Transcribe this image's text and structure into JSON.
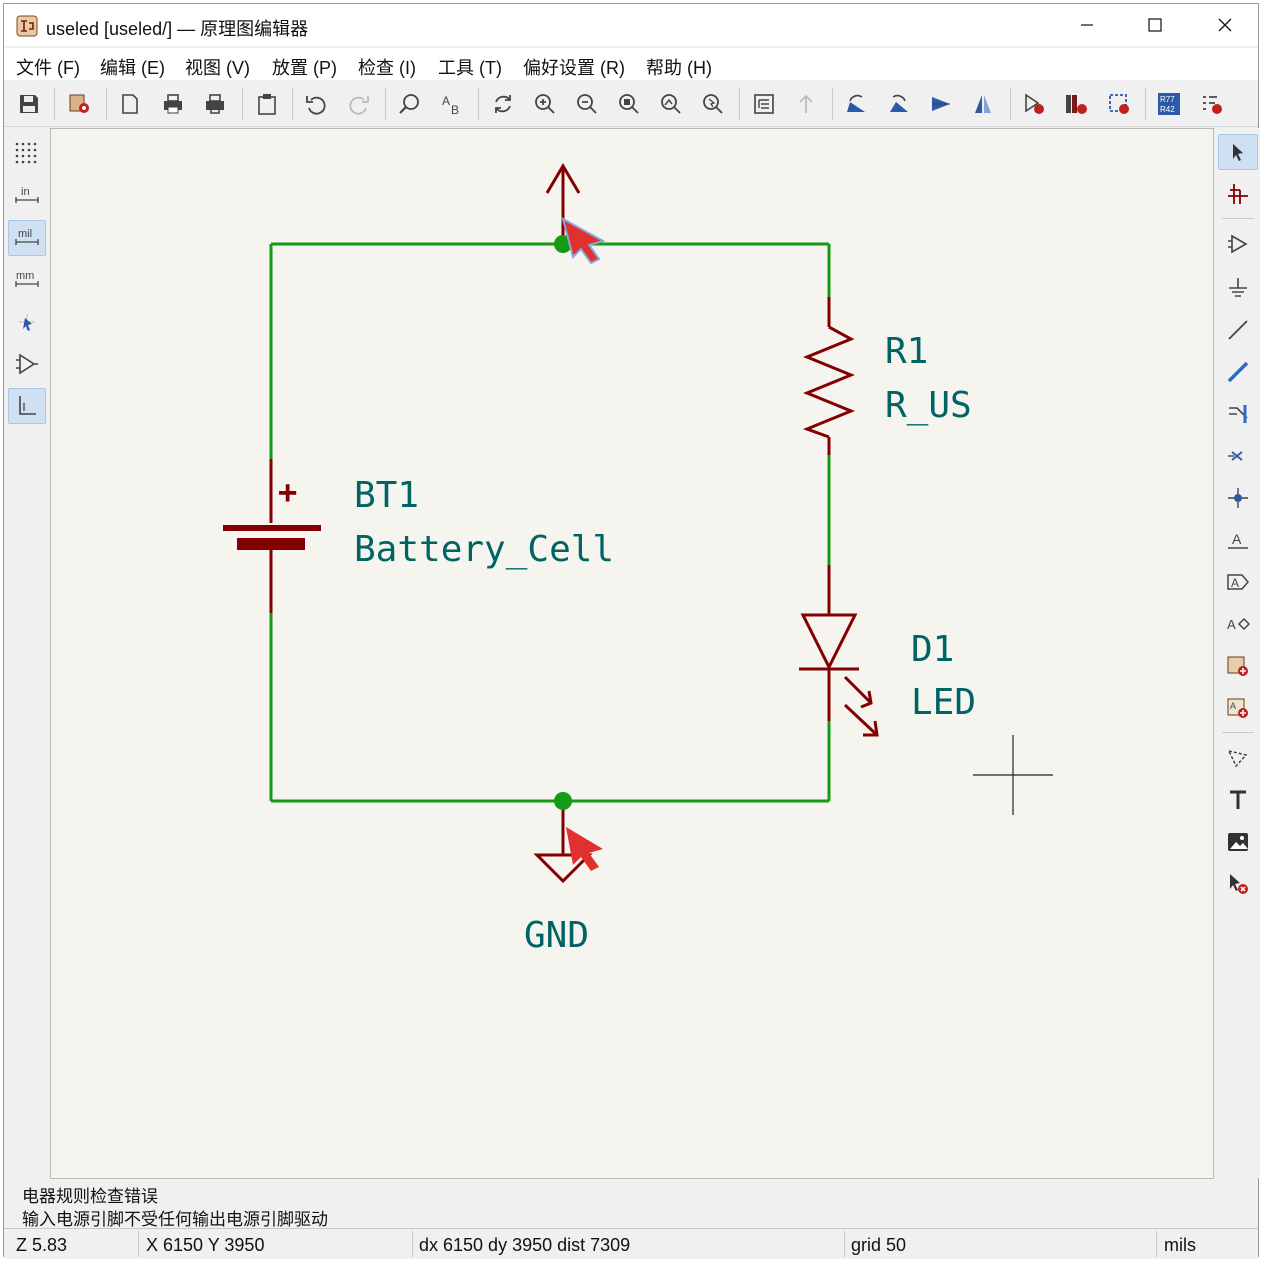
{
  "window": {
    "title": "useled [useled/] — 原理图编辑器",
    "controls": [
      "minimize",
      "maximize",
      "close"
    ]
  },
  "menu": [
    {
      "label": "文件 (F)"
    },
    {
      "label": "编辑 (E)"
    },
    {
      "label": "视图 (V)"
    },
    {
      "label": "放置 (P)"
    },
    {
      "label": "检查 (I)"
    },
    {
      "label": "工具 (T)"
    },
    {
      "label": "偏好设置 (R)"
    },
    {
      "label": "帮助 (H)"
    }
  ],
  "left_toolbar": {
    "unit_labels": {
      "inch": "in",
      "mil": "mil",
      "mm": "mm"
    },
    "active_unit": "mil"
  },
  "schematic": {
    "wire_color": "#159a15",
    "symbol_color": "#840000",
    "text_color": "#006464",
    "junction_color": "#159a15",
    "components": [
      {
        "ref": "R1",
        "value": "R_US"
      },
      {
        "ref": "BT1",
        "value": "Battery_Cell"
      },
      {
        "ref": "D1",
        "value": "LED"
      }
    ],
    "power_ground_label": "GND",
    "battery_polarity": "+"
  },
  "messages": {
    "title": "电器规则检查错误",
    "detail": "输入电源引脚不受任何输出电源引脚驱动"
  },
  "status": {
    "zoom": "Z 5.83",
    "position": "X 6150  Y 3950",
    "delta": "dx 6150  dy 3950  dist 7309",
    "grid": "grid 50",
    "units": "mils"
  }
}
